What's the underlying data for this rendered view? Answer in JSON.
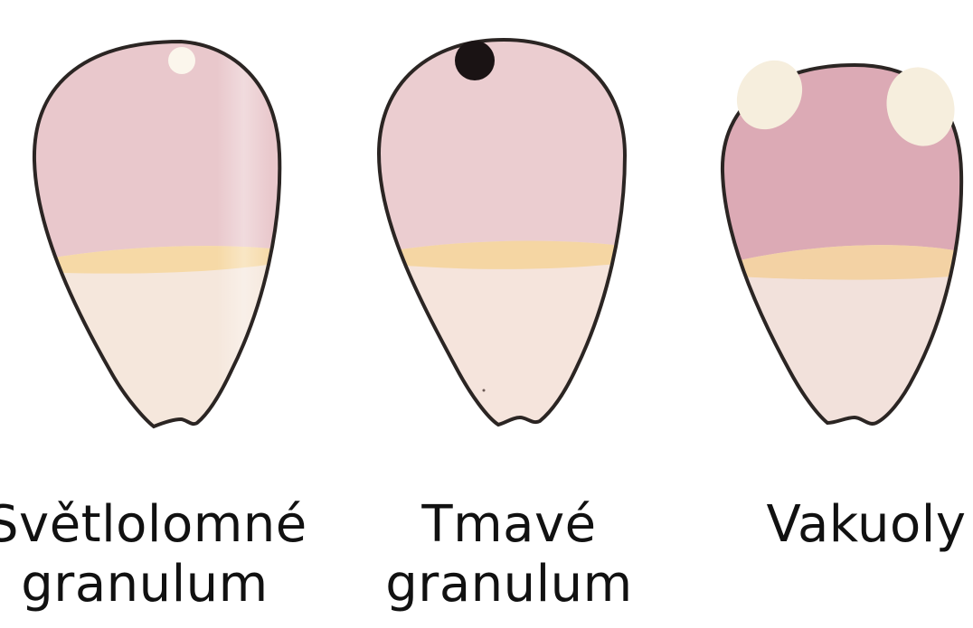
{
  "figures": [
    {
      "id": "svetlolomne",
      "caption_line1": "Světlolomné",
      "caption_line2": "granulum",
      "top_color": "#e9c8cc",
      "band_color": "#f6d9a6",
      "bottom_color": "#f5e7dc",
      "inclusion": "light-granule"
    },
    {
      "id": "tmave",
      "caption_line1": "Tmavé",
      "caption_line2": "granulum",
      "top_color": "#ebcdd0",
      "band_color": "#f5d6a3",
      "bottom_color": "#f5e4dc",
      "inclusion": "dark-granule"
    },
    {
      "id": "vakuoly",
      "caption_line1": "Vakuoly",
      "caption_line2": "",
      "top_color": "#dcaab5",
      "band_color": "#f3d2a4",
      "bottom_color": "#f2e1db",
      "inclusion": "vacuoles"
    }
  ],
  "colors": {
    "outline": "#2b2523",
    "light_granule": "#fbf6ec",
    "dark_granule": "#1a1314",
    "vacuole": "#f6eedd"
  }
}
